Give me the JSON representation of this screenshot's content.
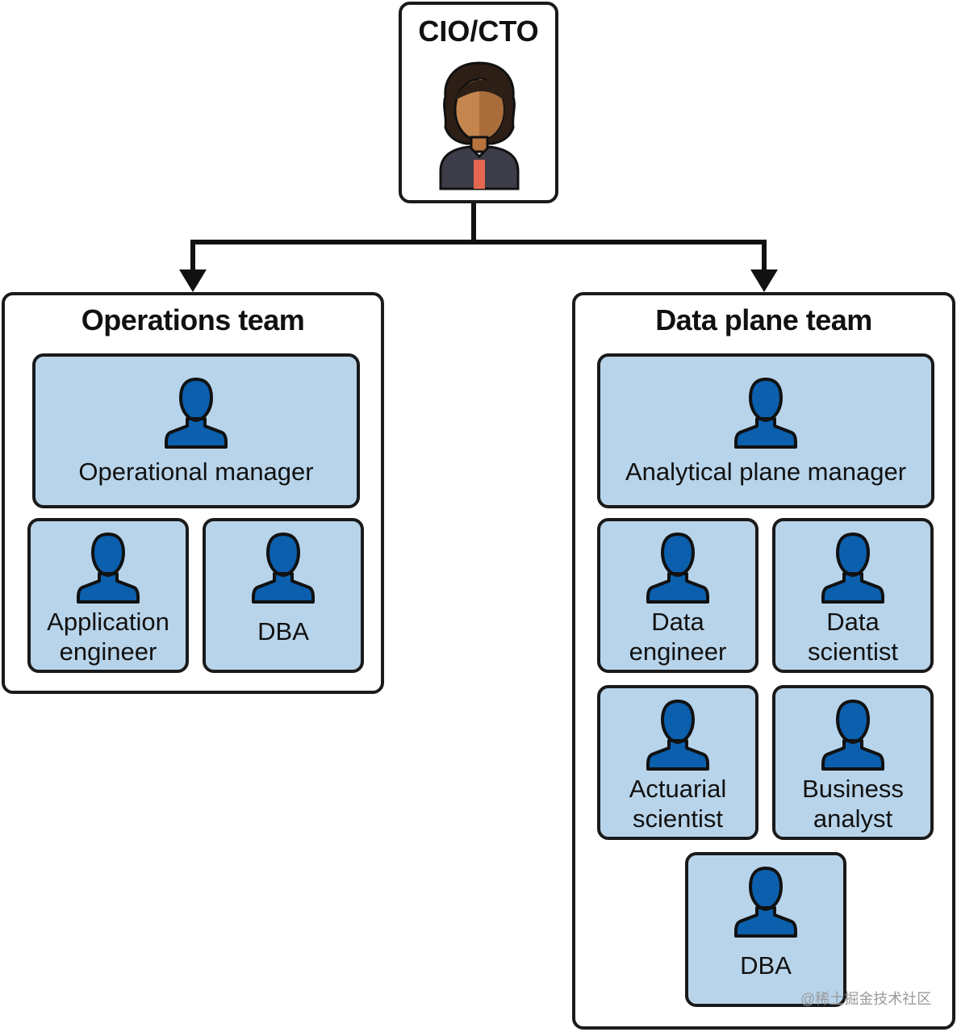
{
  "executive": {
    "title": "CIO/CTO"
  },
  "teams": {
    "operations": {
      "title": "Operations team",
      "roles": {
        "manager": "Operational manager",
        "app_engineer": "Application\nengineer",
        "dba": "DBA"
      }
    },
    "data_plane": {
      "title": "Data plane team",
      "roles": {
        "manager": "Analytical plane manager",
        "data_engineer": "Data\nengineer",
        "data_scientist": "Data\nscientist",
        "actuarial_scientist": "Actuarial\nscientist",
        "business_analyst": "Business\nanalyst",
        "dba": "DBA"
      }
    }
  },
  "colors": {
    "role_fill": "#b8d4ea",
    "person_icon": "#0b5fad",
    "outline": "#1a1a1a"
  },
  "watermark": "@稀土掘金技术社区"
}
